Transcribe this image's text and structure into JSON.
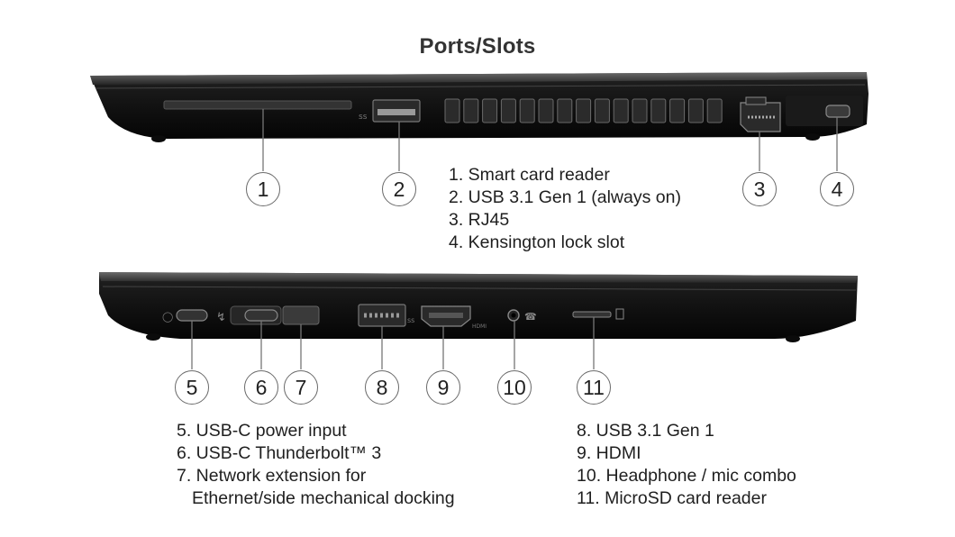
{
  "title": "Ports/Slots",
  "callouts": [
    "1",
    "2",
    "3",
    "4",
    "5",
    "6",
    "7",
    "8",
    "9",
    "10",
    "11"
  ],
  "legend_top": [
    "1. Smart card reader",
    "2. USB 3.1 Gen 1 (always on)",
    "3. RJ45",
    "4. Kensington lock slot"
  ],
  "legend_bottom_left": {
    "item5": "5. USB-C power input",
    "item6": "6. USB-C Thunderbolt™ 3",
    "item7_line1": "7. Network extension for",
    "item7_line2": "Ethernet/side mechanical docking"
  },
  "legend_bottom_right": [
    "8. USB 3.1 Gen 1",
    "9. HDMI",
    "10. Headphone / mic combo",
    "11. MicroSD card reader"
  ],
  "colors": {
    "laptop_body": "#161616",
    "laptop_edge": "#3a3a3a",
    "leader_line": "#777777"
  }
}
